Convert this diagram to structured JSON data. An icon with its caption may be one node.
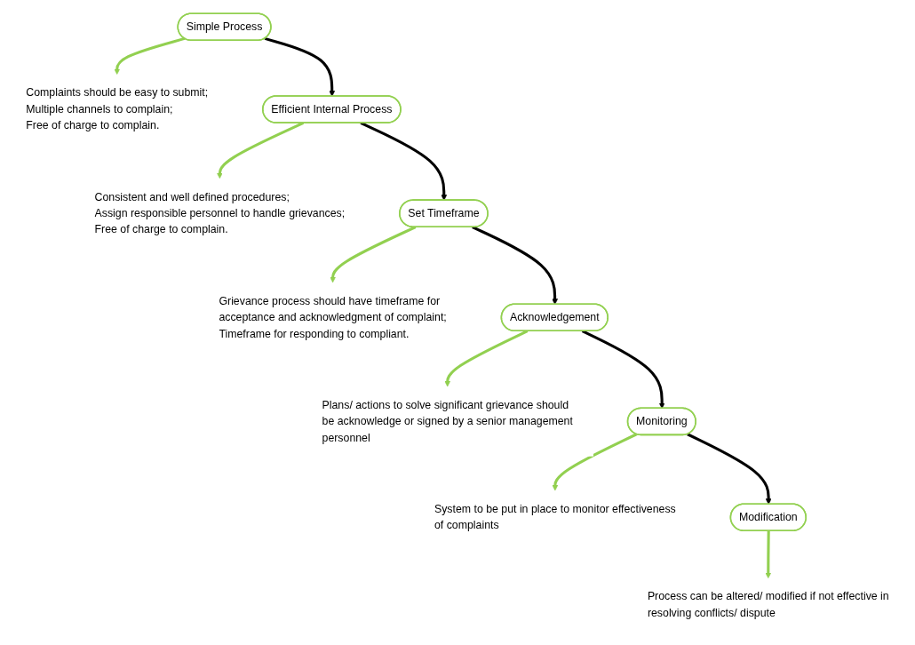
{
  "diagram": {
    "nodes": [
      {
        "text": [
          "Simple Process"
        ]
      },
      {
        "text": [
          "Complaints should be easy to submit;",
          "Multiple channels to complain;",
          "Free of charge to complain."
        ]
      },
      {
        "text": [
          "Efficient Internal Process"
        ]
      },
      {
        "text": [
          "Consistent and well defined procedures;",
          "Assign responsible personnel to handle grievances;",
          "Free of charge to complain."
        ]
      },
      {
        "text": [
          "Set Timeframe"
        ]
      },
      {
        "text": [
          "Grievance process should have timeframe for acceptance and acknowledgment of complaint;",
          "Timeframe for responding to compliant."
        ]
      },
      {
        "text": [
          "Acknowledgement"
        ]
      },
      {
        "text": [
          "Plans/ actions to solve significant grievance should be acknowledge or signed by a senior management personnel"
        ]
      },
      {
        "text": [
          "Monitoring"
        ]
      },
      {
        "text": [
          "System to be put in place to monitor effectiveness of complaints"
        ]
      },
      {
        "text": [
          "Modification"
        ]
      },
      {
        "text": [
          "Process can be altered/ modified if not effective in resolving conflicts/ dispute"
        ]
      }
    ],
    "edges": [
      {
        "from": 0,
        "to": 1,
        "arrow": "to"
      },
      {
        "from": 0,
        "to": 2,
        "arrow": "to",
        "color": "#000000"
      },
      {
        "from": 2,
        "to": 3,
        "arrow": "to"
      },
      {
        "from": 2,
        "to": 4,
        "arrow": "to",
        "color": "#000000"
      },
      {
        "from": 4,
        "to": 5,
        "arrow": "to"
      },
      {
        "from": 4,
        "to": 6,
        "arrow": "to",
        "color": "#000000"
      },
      {
        "from": 6,
        "to": 7,
        "arrow": "to"
      },
      {
        "from": 6,
        "to": 8,
        "arrow": "to",
        "color": "#000000"
      },
      {
        "from": 8,
        "to": 9,
        "arrow": "to"
      },
      {
        "from": 8,
        "to": 10,
        "arrow": "to",
        "color": "#000000"
      },
      {
        "from": 10,
        "to": 11,
        "arrow": "to"
      }
    ]
  }
}
